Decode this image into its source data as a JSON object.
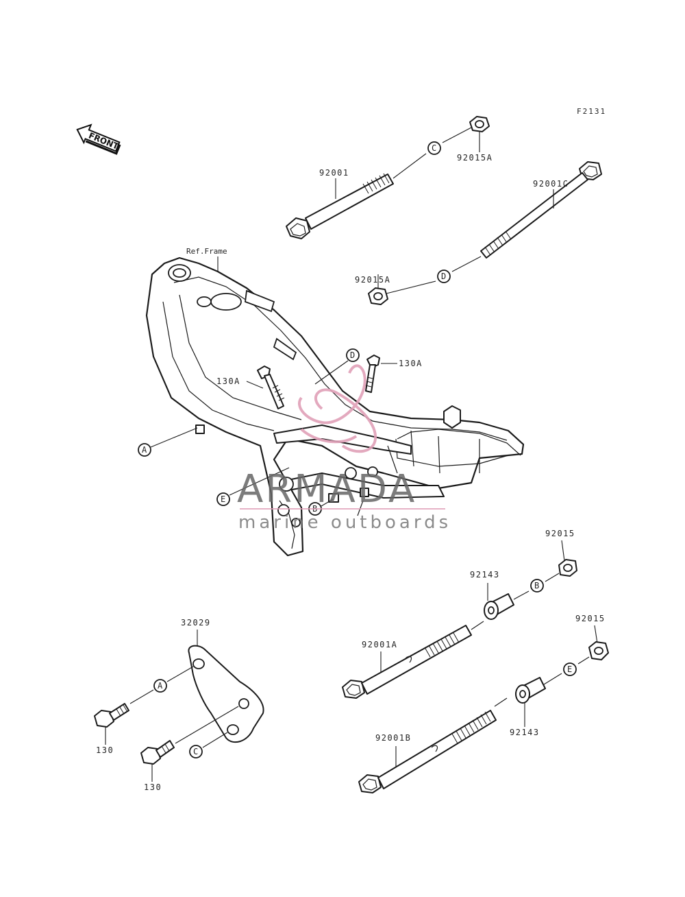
{
  "figure_code": "F2131",
  "front_label": "FRONT",
  "ref_frame_label": "Ref.Frame",
  "parts": {
    "p92015A_top": "92015A",
    "p92001": "92001",
    "p92001C": "92001C",
    "p92015A_mid": "92015A",
    "p130A_left": "130A",
    "p130A_right": "130A",
    "p92015_upper": "92015",
    "p92143_upper": "92143",
    "p92001A": "92001A",
    "p92015_lower": "92015",
    "p92143_lower": "92143",
    "p92001B": "92001B",
    "p32029": "32029",
    "p130_upper": "130",
    "p130_lower": "130"
  },
  "callouts": {
    "c_top": "C",
    "d_top": "D",
    "d_frame": "D",
    "a_frame": "A",
    "e_frame": "E",
    "b_frame": "B",
    "b_right": "B",
    "e_right": "E",
    "a_bracket": "A",
    "c_bracket": "C"
  },
  "watermark": {
    "brand": "ARMADA",
    "tagline": "marine outboards"
  },
  "colors": {
    "line": "#1a1a1a",
    "watermark_accent": "#e0a0b8",
    "watermark_text": "#666666"
  }
}
